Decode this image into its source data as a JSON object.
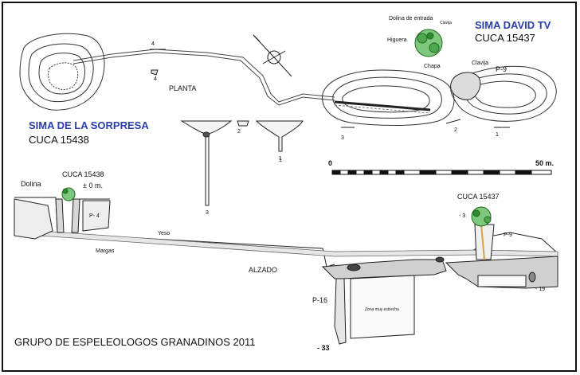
{
  "caves": {
    "sorpresa": {
      "name": "SIMA DE LA SORPRESA",
      "code": "CUCA 15438"
    },
    "david": {
      "name": "SIMA DAVID TV",
      "code": "CUCA 15437"
    }
  },
  "plan": {
    "title": "PLANTA",
    "entrance_label": "Dolina de entrada",
    "clavija_top": "Clavija",
    "higuera": "Higuera",
    "chapa": "Chapa",
    "clavija_right": "Clavija",
    "pit_label": "P-9",
    "section_numbers": [
      "1",
      "2",
      "3",
      "4"
    ],
    "section_4_label": "4"
  },
  "scale": {
    "start": "0",
    "end": "50 m."
  },
  "section_views": {
    "labels": [
      "2",
      "1",
      "3"
    ]
  },
  "elevation": {
    "title": "ALZADO",
    "dolina": "Dolina",
    "cuca_left": "CUCA 15438",
    "datum": "± 0 m.",
    "p4": "P- 4",
    "yeso": "Yeso",
    "margas": "Margas",
    "cuca_right": "CUCA 15437",
    "minus3": "- 3",
    "p9": "P-9",
    "p16": "P-16",
    "zona": "Zona muy estrecha",
    "depth": "- 33",
    "minus19": "- 19"
  },
  "footer": {
    "credit": "GRUPO DE ESPELEOLOGOS GRANADINOS   2011"
  },
  "colors": {
    "label_blue": "#2b3fa8",
    "vegetation": "#2e8b2e",
    "root": "#d9a441"
  }
}
